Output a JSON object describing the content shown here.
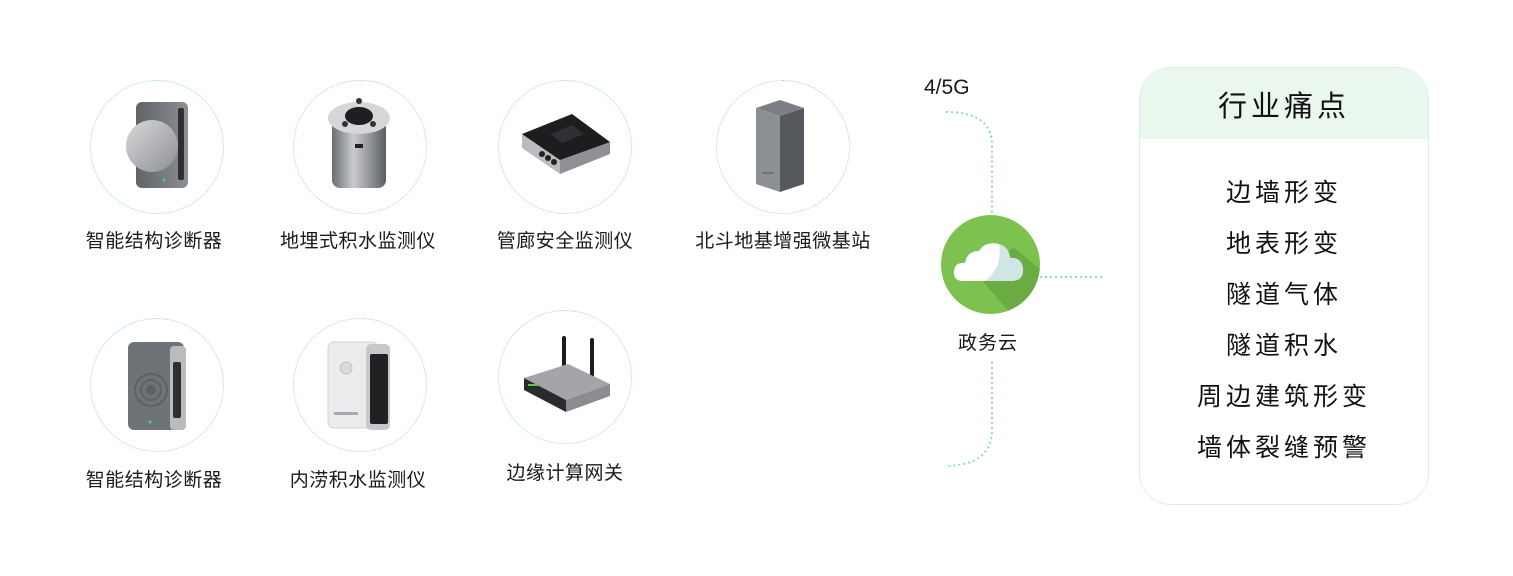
{
  "devices_row1": [
    {
      "label": "智能结构诊断器",
      "icon": "structure-diagnostic-device"
    },
    {
      "label": "地埋式积水监测仪",
      "icon": "buried-water-monitor"
    },
    {
      "label": "管廊安全监测仪",
      "icon": "pipe-gallery-monitor"
    },
    {
      "label": "北斗地基增强微基站",
      "icon": "beidou-base-station"
    }
  ],
  "devices_row2": [
    {
      "label": "智能结构诊断器",
      "icon": "structure-diagnostic-device"
    },
    {
      "label": "内涝积水监测仪",
      "icon": "waterlogging-monitor"
    },
    {
      "label": "边缘计算网关",
      "icon": "edge-gateway-router"
    }
  ],
  "network": {
    "label": "4/5G"
  },
  "cloud": {
    "label": "政务云",
    "icon": "cloud-icon",
    "color": "#7dc24f"
  },
  "pain_points": {
    "title": "行业痛点",
    "items": [
      "边墙形变",
      "地表形变",
      "隧道气体",
      "隧道积水",
      "周边建筑形变",
      "墙体裂缝预警"
    ]
  },
  "colors": {
    "connector": "#8fdcc4",
    "ring": "#9fdcc5",
    "panel_header": "#e9f7ef",
    "panel_border": "#d8f1e6"
  }
}
